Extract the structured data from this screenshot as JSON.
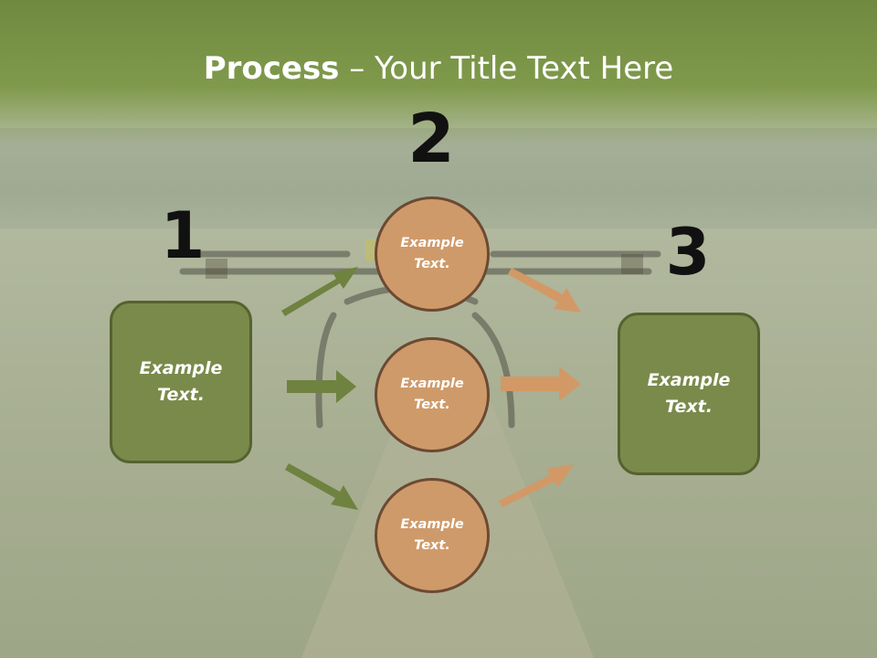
{
  "slide": {
    "title_bold": "Process",
    "title_rest": " – Your Title Text Here"
  },
  "steps": {
    "num1": "1",
    "num2": "2",
    "num3": "3"
  },
  "left_box": {
    "label": "Example Text."
  },
  "circles": [
    {
      "label": "Example Text."
    },
    {
      "label": "Example Text."
    },
    {
      "label": "Example Text."
    }
  ],
  "right_box": {
    "label": "Example Text."
  },
  "colors": {
    "header": "#7a9447",
    "box_fill": "#7a8a4b",
    "box_border": "#556230",
    "circle_fill": "#cf9a69",
    "circle_border": "#6b4a33",
    "green_arrow": "#6f8240",
    "orange_arrow": "#d29966"
  }
}
